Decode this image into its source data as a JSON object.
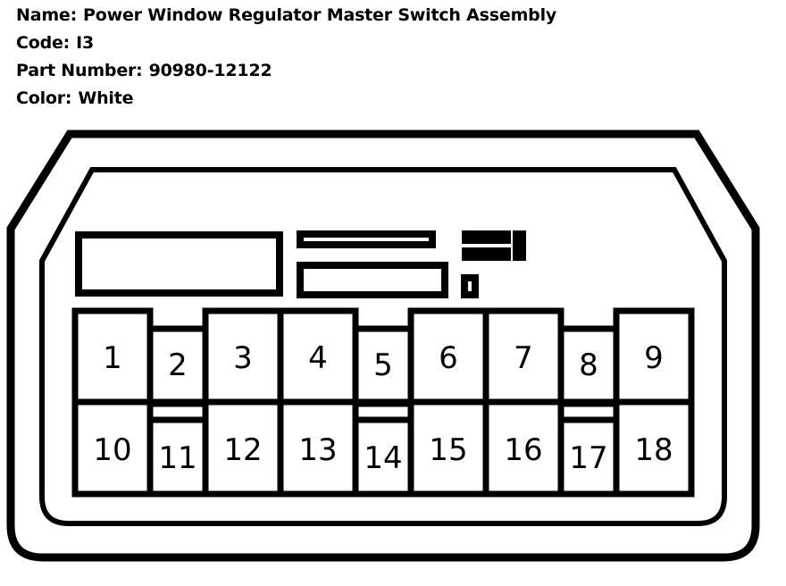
{
  "spec": {
    "rows": [
      {
        "label": "Name:",
        "value": "Power Window Regulator Master Switch Assembly"
      },
      {
        "label": "Code:",
        "value": "I3"
      },
      {
        "label": "Part Number:",
        "value": "90980-12122"
      },
      {
        "label": "Color:",
        "value": "White"
      }
    ]
  },
  "connector": {
    "title": "connector-pinout-diagram",
    "stroke_color": "#000000",
    "fill_color": "#ffffff",
    "shell": {
      "outer_label": "outer-shell",
      "inner_label": "inner-shell"
    },
    "keyways": [
      {
        "name": "large-left-keyway",
        "shape": "rect"
      },
      {
        "name": "upper-middle-slot",
        "shape": "rect"
      },
      {
        "name": "lower-middle-slot",
        "shape": "rect"
      },
      {
        "name": "upper-right-slot-group",
        "shape": "compound"
      },
      {
        "name": "small-right-slot",
        "shape": "rect"
      }
    ],
    "pin_grid": {
      "columns": 9,
      "rows": 2,
      "top_row": [
        "1",
        "2",
        "3",
        "4",
        "5",
        "6",
        "7",
        "8",
        "9"
      ],
      "bottom_row": [
        "10",
        "11",
        "12",
        "13",
        "14",
        "15",
        "16",
        "17",
        "18"
      ],
      "narrow_columns": [
        2,
        5,
        8
      ]
    }
  }
}
